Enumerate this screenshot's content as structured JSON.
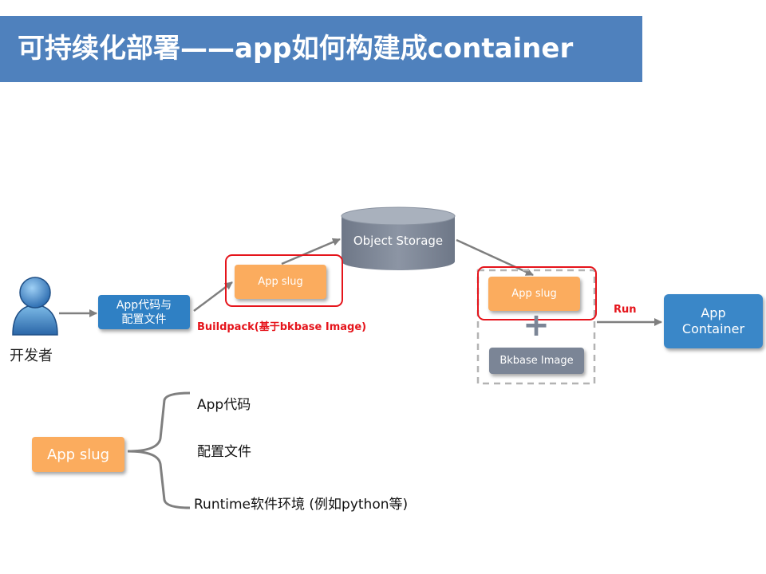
{
  "title": "可持续化部署——app如何构建成container",
  "nodes": {
    "developer": "开发者",
    "app_code_config": "App代码与\n配置文件",
    "app_slug_1": "App slug",
    "object_storage": "Object Storage",
    "app_slug_2": "App slug",
    "plus": "+",
    "bkbase_image": "Bkbase Image",
    "app_container": "App\nContainer"
  },
  "edges": {
    "buildpack": "Buildpack(基于bkbase Image)",
    "run": "Run"
  },
  "legend": {
    "app_slug": "App slug",
    "items": [
      "App代码",
      "配置文件",
      "Runtime软件环境 (例如python等)"
    ]
  },
  "colors": {
    "title_bar": "#4f81bd",
    "orange_box": "#fbac5e",
    "blue_box": "#3a87c8",
    "gray_box": "#7b8596",
    "highlight_red": "#e5141b"
  },
  "icons": {
    "developer": "person-icon",
    "storage": "database-cylinder-icon"
  }
}
